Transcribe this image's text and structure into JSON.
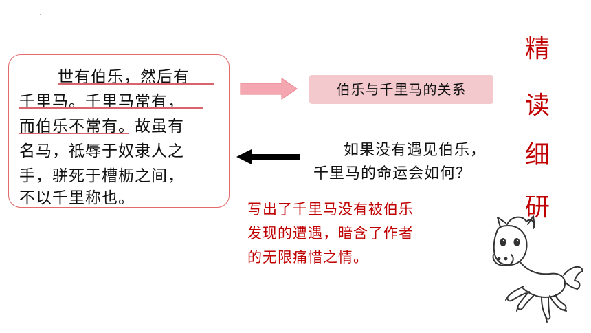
{
  "passage": {
    "lines": [
      "世有伯乐，然后有",
      "千里马。千里马常有，",
      "而伯乐不常有。故虽有",
      "名马，祗辱于奴隶人之",
      "手，骈死于槽枥之间，",
      "不以千里称也。"
    ]
  },
  "relation_label": "伯乐与千里马的关系",
  "question": {
    "lines": [
      "如果没有遇见伯乐，",
      "千里马的命运会如何？"
    ]
  },
  "answer": {
    "lines": [
      "写出了千里马没有被伯乐",
      "发现的遭遇，暗含了作者",
      "的无限痛惜之情。"
    ]
  },
  "side_title": [
    "精",
    "读",
    "细",
    "研"
  ],
  "colors": {
    "accent_red": "#c00000",
    "underline_red": "#d8646e",
    "label_pink": "#f4c9cd",
    "arrow_pink": "#f4a7b0"
  },
  "icons": {
    "right_arrow": "pink-right-arrow-icon",
    "left_arrow": "black-left-arrow-icon",
    "mascot": "cartoon-horse-icon"
  }
}
